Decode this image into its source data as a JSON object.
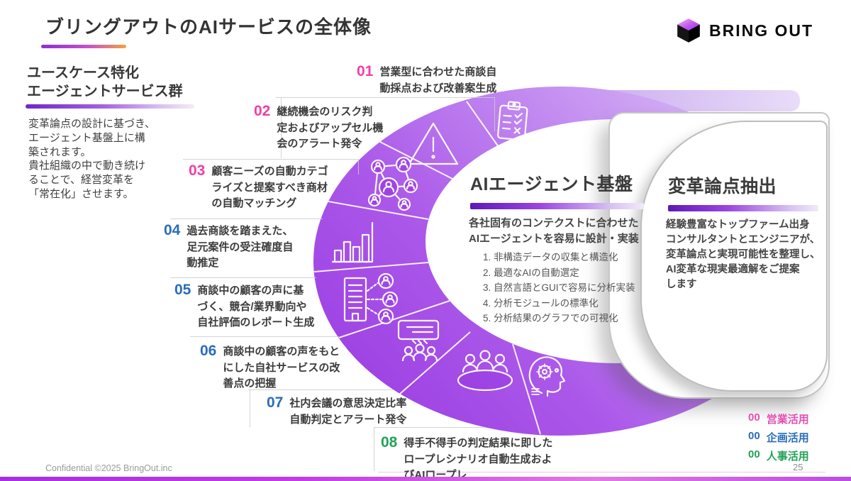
{
  "slide": {
    "title": "ブリングアウトのAIサービスの全体像",
    "footer": "Confidential ©2025 BringOut.inc",
    "page_number": "25"
  },
  "logo": {
    "name": "BRING OUT"
  },
  "sidebar": {
    "heading": "ユースケース特化\nエージェントサービス群",
    "description": "変革論点の設計に基づき、\nエージェント基盤上に構\n築されます。\n貴社組織の中で動き続け\nることで、経営変革を\n「常在化」させます。"
  },
  "use_cases": [
    {
      "number": "01",
      "text": "営業型に合わせた商談自\n動採点および改善案生成",
      "color": "#ee3fa8"
    },
    {
      "number": "02",
      "text": "継続機会のリスク判\n定およびアップセル機\n会のアラート発令",
      "color": "#ee3fa8"
    },
    {
      "number": "03",
      "text": "顧客ニーズの自動カテゴ\nライズと提案すべき商材\nの自動マッチング",
      "color": "#ee3fa8"
    },
    {
      "number": "04",
      "text": "過去商談を踏まえた、\n足元案件の受注確度自\n動推定",
      "color": "#2a6db8"
    },
    {
      "number": "05",
      "text": "商談中の顧客の声に基\nづく、競合/業界動向や\n自社評価のレポート生成",
      "color": "#2a6db8"
    },
    {
      "number": "06",
      "text": "商談中の顧客の声をもと\nにした自社サービスの改\n善点の把握",
      "color": "#2a6db8"
    },
    {
      "number": "07",
      "text": "社内会議の意思決定比率\n自動判定とアラート発令",
      "color": "#2a6db8"
    },
    {
      "number": "08",
      "text": "得手不得手の判定結果に即した\nロープレシナリオ自動生成およ\nびAIロープレ",
      "color": "#22a356"
    }
  ],
  "agent_platform": {
    "title": "AIエージェント基盤",
    "description": "各社固有のコンテクストに合わせた\nAIエージェントを容易に設計・実装",
    "items": [
      "1.  非構造データの収集と構造化",
      "2.  最適なAIの自動選定",
      "3.  自然言語とGUIで容易に分析実装",
      "4.  分析モジュールの標準化",
      "5.  分析結果のグラフでの可視化"
    ]
  },
  "transformation": {
    "title": "変革論点抽出",
    "description": "経験豊富なトップファーム出身\nコンサルタントとエンジニアが、\n変革論点と実現可能性を整理し、\nAI変革な現実最適解をご提案\nします"
  },
  "legend": [
    {
      "number": "00",
      "label": "営業活用",
      "color": "#e44fb4"
    },
    {
      "number": "00",
      "label": "企画活用",
      "color": "#2a6db8"
    },
    {
      "number": "00",
      "label": "人事活用",
      "color": "#22a356"
    }
  ],
  "ring": {
    "icons": [
      "clipboard-checklist",
      "alert-triangle",
      "people-network",
      "bar-chart",
      "company-contacts",
      "presentation-audience",
      "meeting-table",
      "ai-head"
    ],
    "color_dark": "#9a3ce2",
    "color_light": "#ddc4f6"
  }
}
